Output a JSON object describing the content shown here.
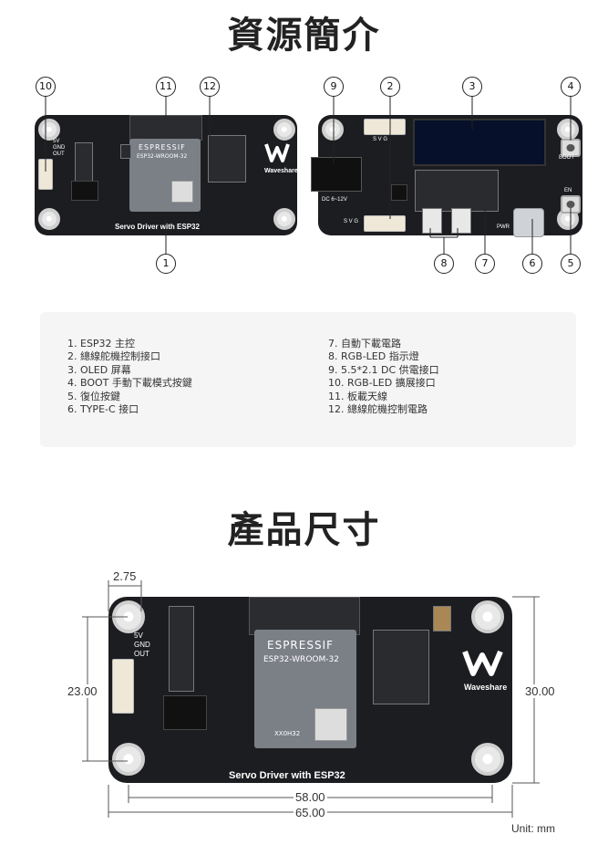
{
  "section1_title": "資源簡介",
  "section2_title": "產品尺寸",
  "callouts": {
    "c1": "1",
    "c2": "2",
    "c3": "3",
    "c4": "4",
    "c5": "5",
    "c6": "6",
    "c7": "7",
    "c8": "8",
    "c9": "9",
    "c10": "10",
    "c11": "11",
    "c12": "12"
  },
  "legend_left": [
    "1. ESP32 主控",
    "2. 總線舵機控制接口",
    "3. OLED 屏幕",
    "4. BOOT 手動下載模式按鍵",
    "5. 復位按鍵",
    "6. TYPE-C 接口"
  ],
  "legend_right": [
    "7. 自動下載電路",
    "8. RGB-LED 指示燈",
    "9. 5.5*2.1 DC 供電接口",
    "10. RGB-LED 擴展接口",
    "11. 板載天線",
    "12. 總線舵機控制電路"
  ],
  "board": {
    "esp_brand": "ESPRESSIF",
    "esp_model": "ESP32-WROOM-32",
    "esp_code": "XX0H32",
    "silk_title": "Servo Driver with ESP32",
    "logo_text": "Waveshare",
    "pin_5v": "5V",
    "pin_gnd": "GND",
    "pin_out": "OUT",
    "dc_label": "DC 6~12V",
    "svg_label": "S V G",
    "boot_label": "BOOT",
    "en_label": "EN",
    "pwr_label": "PWR"
  },
  "dimensions": {
    "top": "2.75",
    "left": "23.00",
    "right": "30.00",
    "inner_width": "58.00",
    "outer_width": "65.00",
    "unit": "Unit: mm"
  }
}
